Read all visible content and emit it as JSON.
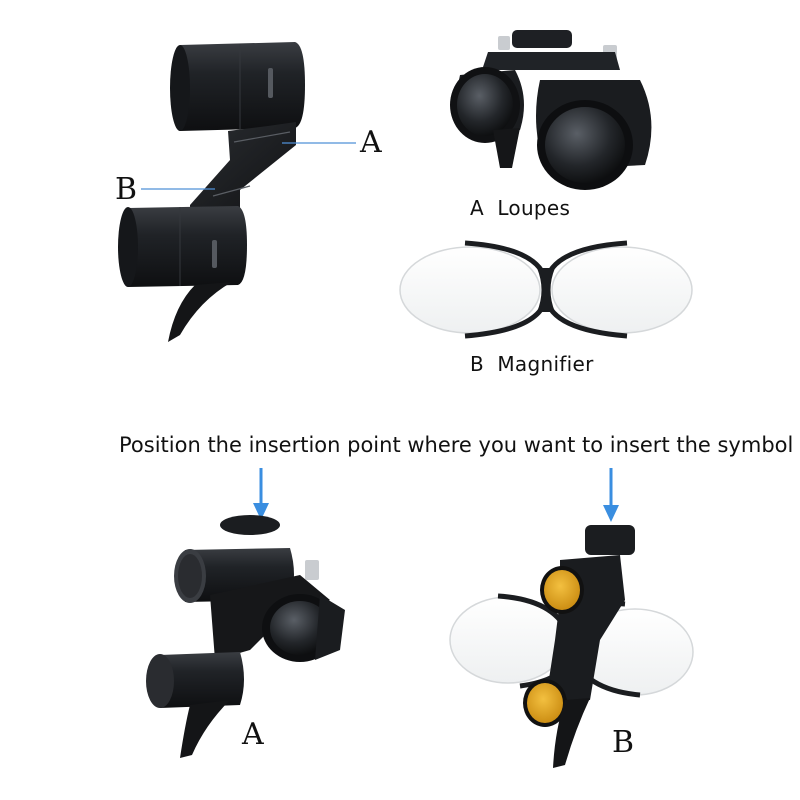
{
  "side_view": {
    "label_a": "A",
    "label_b": "B"
  },
  "loupes": {
    "caption_letter": "A",
    "caption_text": "Loupes"
  },
  "magnifier": {
    "caption_letter": "B",
    "caption_text": "Magnifier"
  },
  "instruction": "Position the insertion point where you want to insert the symbol",
  "bottom_left": {
    "label": "A"
  },
  "bottom_right": {
    "label": "B"
  },
  "colors": {
    "device_black": "#1b1d20",
    "arrow_blue": "#3a8ee0",
    "lens_yellow": "#e8a81a",
    "leader_blue": "#4f90d8"
  },
  "icons": [
    "arrow-down-icon"
  ]
}
